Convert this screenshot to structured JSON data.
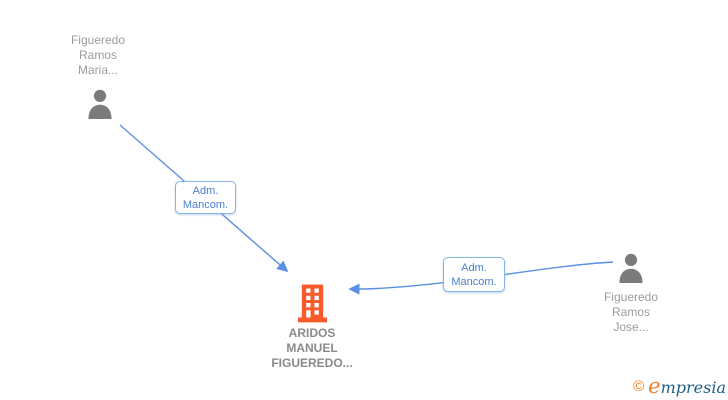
{
  "diagram": {
    "type": "org-relationship-graph",
    "nodes": [
      {
        "id": "person-figueredo-ramos-maria",
        "kind": "person",
        "label": "Figueredo Ramos Maria...",
        "lines": [
          "Figueredo",
          "Ramos",
          "Maria..."
        ]
      },
      {
        "id": "company-aridos-manuel-figueredo",
        "kind": "company",
        "label": "ARIDOS MANUEL FIGUEREDO...",
        "lines": [
          "ARIDOS",
          "MANUEL",
          "FIGUEREDO..."
        ]
      },
      {
        "id": "person-figueredo-ramos-jose",
        "kind": "person",
        "label": "Figueredo Ramos Jose...",
        "lines": [
          "Figueredo",
          "Ramos",
          "Jose..."
        ]
      }
    ],
    "edges": [
      {
        "from": "person-figueredo-ramos-maria",
        "to": "company-aridos-manuel-figueredo",
        "label_lines": [
          "Adm.",
          "Mancom."
        ]
      },
      {
        "from": "person-figueredo-ramos-jose",
        "to": "company-aridos-manuel-figueredo",
        "label_lines": [
          "Adm.",
          "Mancom."
        ]
      }
    ],
    "colors": {
      "edge_blue": "#5b8fe3",
      "edge_label_text": "#4a7fd1",
      "edge_label_border": "#88b4e8",
      "person_icon_gray": "#7b7b7b",
      "person_label_gray": "#9c9c9c",
      "company_label_gray": "#8a8a8a",
      "building_orange": "#fb5a2b"
    }
  },
  "footer": {
    "copyright_symbol": "©",
    "brand_first_letter": "e",
    "brand_rest": "mpresia",
    "logo_orange": "#f07f2a",
    "logo_blue": "#1e5f86"
  }
}
